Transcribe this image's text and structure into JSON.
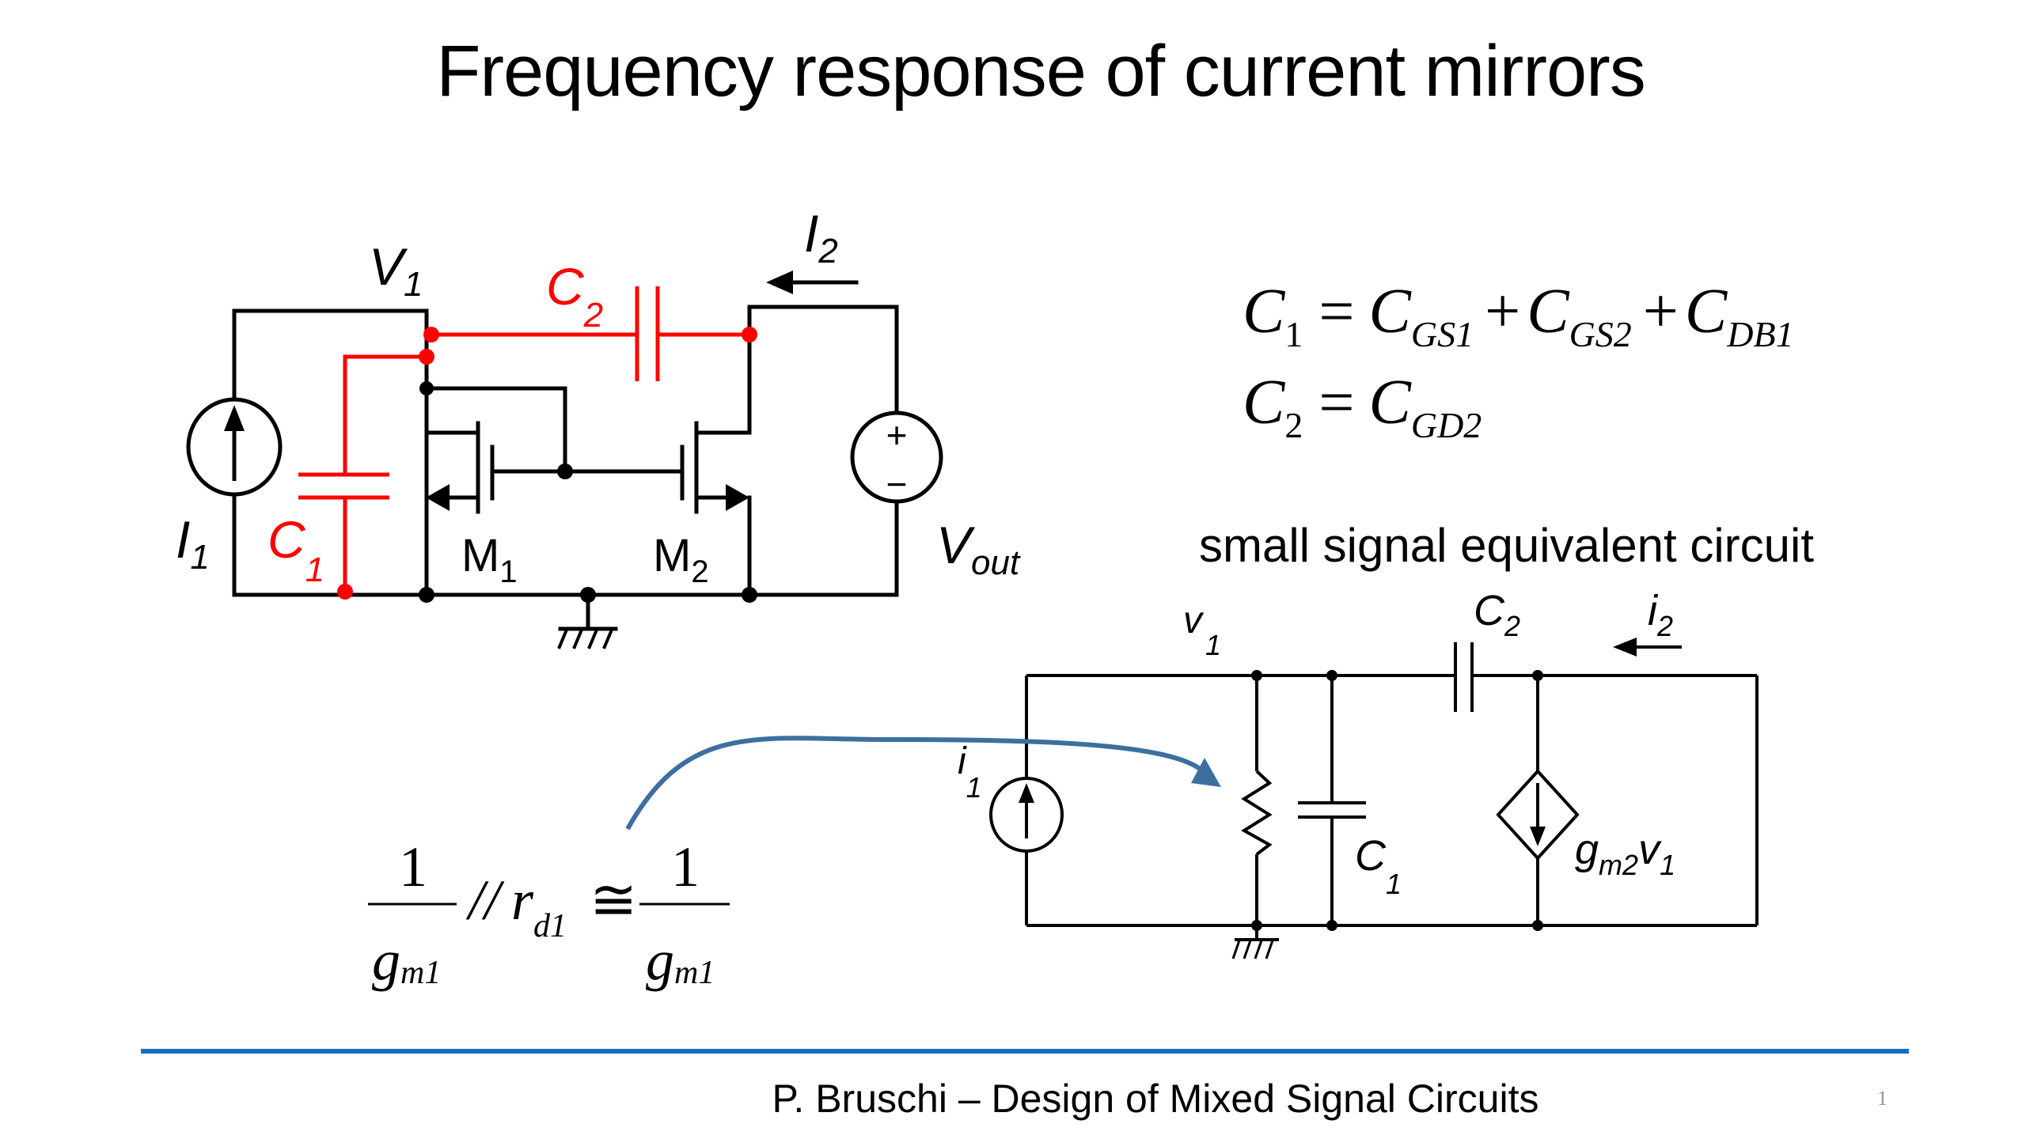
{
  "slide": {
    "title": "Frequency response of current mirrors",
    "footer": "P. Bruschi – Design of Mixed Signal Circuits",
    "page_number": "1",
    "accent_color": "#1b6ebd",
    "highlight_color": "#ff0000"
  },
  "large_signal_circuit": {
    "labels": {
      "V1": "V",
      "V1_sub": "1",
      "I1": "I",
      "I1_sub": "1",
      "I2": "I",
      "I2_sub": "2",
      "C1": "C",
      "C1_sub": "1",
      "C2": "C",
      "C2_sub": "2",
      "M1": "M",
      "M1_sub": "1",
      "M2": "M",
      "M2_sub": "2",
      "Vout": "V",
      "Vout_sub": "out",
      "plus": "+",
      "minus": "−"
    }
  },
  "equations": {
    "c1": {
      "lhs": "C",
      "lhs_sub": "1",
      "eq": "=",
      "t1": "C",
      "t1_sub": "GS1",
      "plus1": "+",
      "t2": "C",
      "t2_sub": "GS2",
      "plus2": "+",
      "t3": "C",
      "t3_sub": "DB1"
    },
    "c2": {
      "lhs": "C",
      "lhs_sub": "2",
      "eq": "=",
      "t1": "C",
      "t1_sub": "GD2"
    }
  },
  "small_signal_circuit": {
    "caption": "small signal equivalent circuit",
    "labels": {
      "v1": "v",
      "v1_sub": "1",
      "i1": "i",
      "i1_sub": "1",
      "i2": "i",
      "i2_sub": "2",
      "C1": "C",
      "C1_sub": "1",
      "C2": "C",
      "C2_sub": "2",
      "gm2": "g",
      "gm2_sub": "m2",
      "gm2_v": "v",
      "gm2_v_sub": "1"
    }
  },
  "resistance_formula": {
    "num1": "1",
    "den1": "g",
    "den1_sub": "m1",
    "parallel": "//",
    "r": "r",
    "r_sub": "d1",
    "approx": "≅",
    "num2": "1",
    "den2": "g",
    "den2_sub": "m1"
  }
}
